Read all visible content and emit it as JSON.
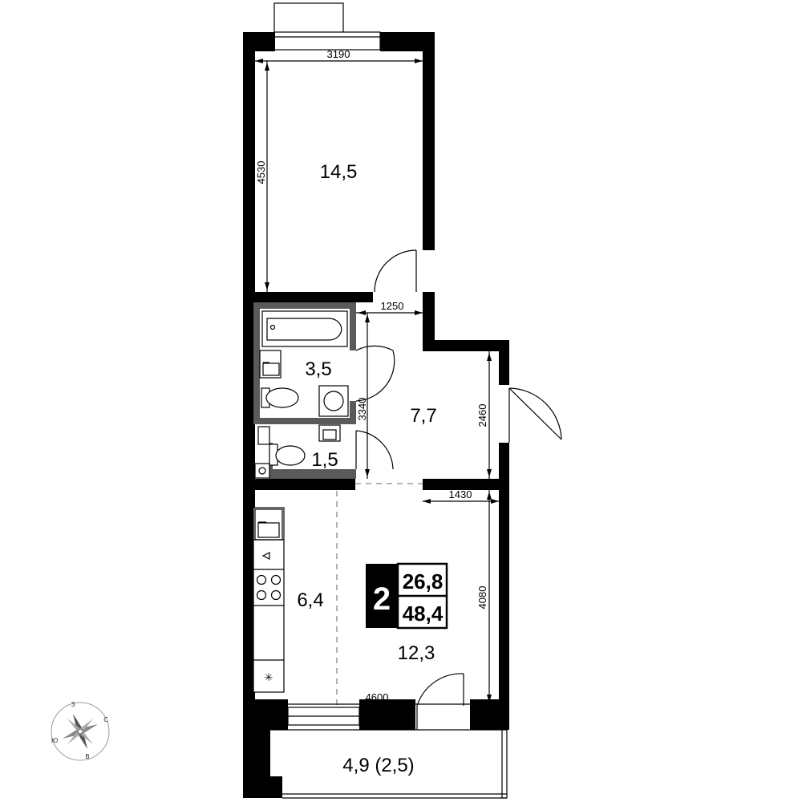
{
  "rooms": {
    "bedroom_area": "14,5",
    "bathroom_area": "3,5",
    "hallway_area": "7,7",
    "toilet_area": "1,5",
    "kitchen_area": "6,4",
    "living_area": "12,3",
    "balcony_area": "4,9 (2,5)"
  },
  "dimensions": {
    "bedroom_width": "3190",
    "bedroom_length": "4530",
    "hall_width": "1250",
    "bath_length": "3340",
    "hall_door_span": "2460",
    "living_offset": "1430",
    "living_length": "4080",
    "living_width": "4600"
  },
  "summary": {
    "rooms_count": "2",
    "living_area": "26,8",
    "total_area": "48,4"
  },
  "compass": {
    "north": "С",
    "south": "Ю",
    "west": "З",
    "east": "В"
  },
  "colors": {
    "walls": "#000000",
    "inner_walls": "#5a5a5a",
    "background": "#ffffff"
  }
}
